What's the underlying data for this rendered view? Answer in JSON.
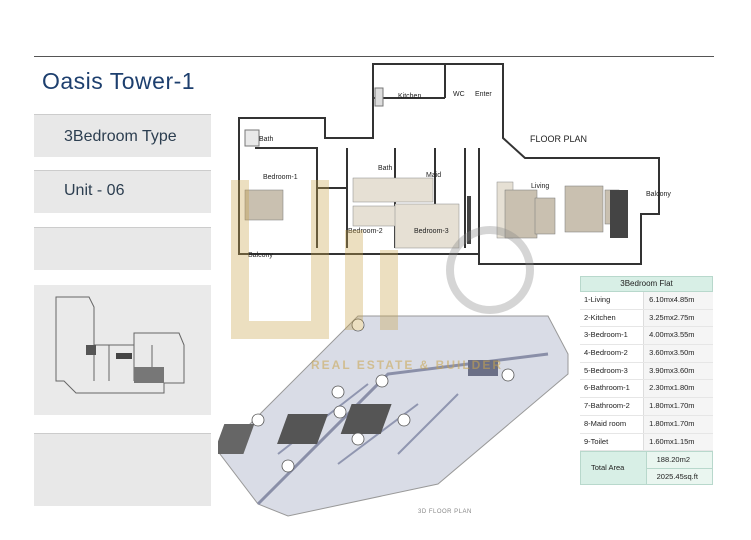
{
  "project": {
    "title": "Oasis Tower-1",
    "type": "3Bedroom Type",
    "unit": "Unit - 06"
  },
  "floor_plan": {
    "label": "FLOOR PLAN",
    "rooms": [
      "Kitchen",
      "WC",
      "Enter",
      "Bath",
      "Bedroom-1",
      "Maid",
      "Bath",
      "Living",
      "Balcony",
      "Bedroom-2",
      "Bedroom-3",
      "Balcony"
    ]
  },
  "area_table": {
    "header": "3Bedroom Flat",
    "rows": [
      {
        "room": "1-Living",
        "size": "6.10mx4.85m"
      },
      {
        "room": "2-Kitchen",
        "size": "3.25mx2.75m"
      },
      {
        "room": "3-Bedroom-1",
        "size": "4.00mx3.55m"
      },
      {
        "room": "4-Bedroom-2",
        "size": "3.60mx3.50m"
      },
      {
        "room": "5-Bedroom-3",
        "size": "3.90mx3.60m"
      },
      {
        "room": "6-Bathroom-1",
        "size": "2.30mx1.80m"
      },
      {
        "room": "7-Bathroom-2",
        "size": "1.80mx1.70m"
      },
      {
        "room": "8-Maid room",
        "size": "1.80mx1.70m"
      },
      {
        "room": "9-Toilet",
        "size": "1.60mx1.15m"
      }
    ],
    "total_label": "Total Area",
    "total_m2": "188.20m2",
    "total_sqft": "2025.45sq.ft"
  },
  "view3d_label": "3D FLOOR PLAN",
  "watermark_text": "REAL ESTATE & BUILDER",
  "colors": {
    "title": "#1d3f6e",
    "panel": "#e8e8e8",
    "table_header": "#d8efe6",
    "watermark": "#caa54c"
  }
}
